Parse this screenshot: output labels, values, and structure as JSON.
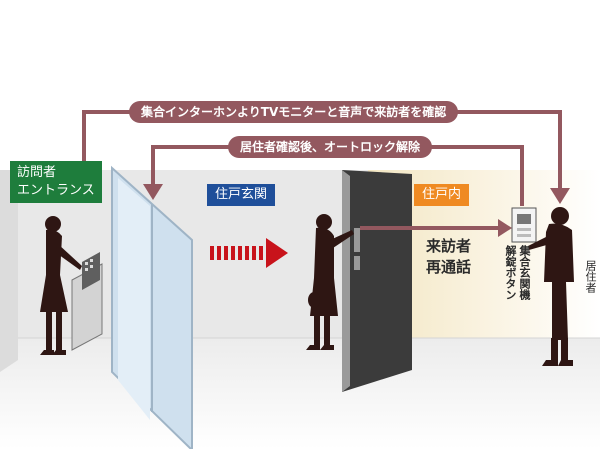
{
  "flows": {
    "top_label": "集合インターホンよりTVモニターと音声で来訪者を確認",
    "lower_label": "居住者確認後、オートロック解除"
  },
  "zones": {
    "entrance": [
      "訪問者",
      "エントランス"
    ],
    "hall": "住戸玄関",
    "inside": "住戸内"
  },
  "revisit": [
    "来訪者",
    "再通話"
  ],
  "panel": {
    "button_col1": "集合玄関機",
    "button_col2": "解錠ボタン"
  },
  "resident": "居住者",
  "colors": {
    "flow_arrow": "#93585f",
    "entrance_tag": "#1e7d3c",
    "hall_tag": "#1f4f9a",
    "inside_tag": "#ef8a22",
    "progress_arrow": "#c8131b",
    "silhouette": "#2e1613"
  }
}
